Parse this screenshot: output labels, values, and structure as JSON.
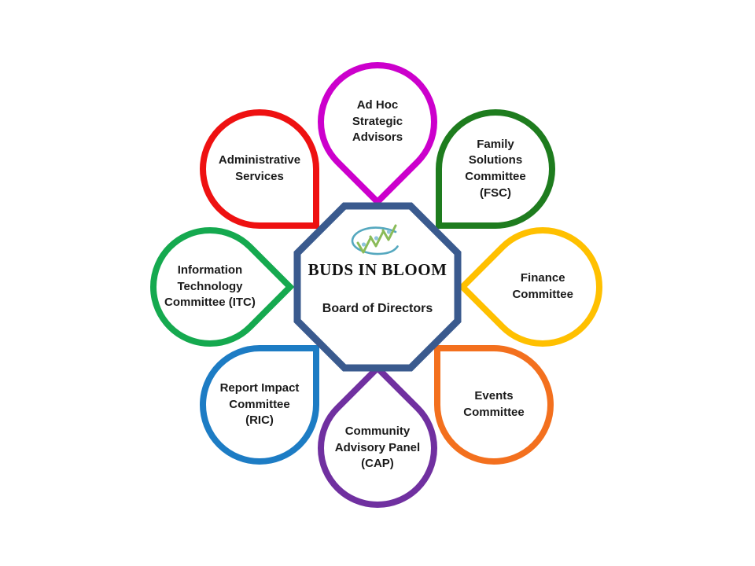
{
  "center": {
    "title": "BUDS IN BLOOM",
    "subtitle": "Board of Directors",
    "border_color": "#3A5A8E",
    "logo": {
      "name": "buds-in-bloom-logo",
      "swoosh_color": "#55A8BF",
      "sprout_color": "#8ABB58",
      "dot_color": "#8FC4DD"
    }
  },
  "petals": [
    {
      "id": "ad-hoc-strategic-advisors",
      "label": "Ad Hoc\nStrategic\nAdvisors",
      "color": "#CC00CC",
      "position": "top"
    },
    {
      "id": "family-solutions-committee",
      "label": "Family\nSolutions\nCommittee\n(FSC)",
      "color": "#1E7C1E",
      "position": "top-right"
    },
    {
      "id": "finance-committee",
      "label": "Finance\nCommittee",
      "color": "#FFC000",
      "position": "right"
    },
    {
      "id": "events-committee",
      "label": "Events\nCommittee",
      "color": "#F3701E",
      "position": "bottom-right"
    },
    {
      "id": "community-advisory-panel",
      "label": "Community\nAdvisory Panel\n(CAP)",
      "color": "#7030A0",
      "position": "bottom"
    },
    {
      "id": "report-impact-committee",
      "label": "Report Impact\nCommittee\n(RIC)",
      "color": "#1D7CC4",
      "position": "bottom-left"
    },
    {
      "id": "information-technology-committee",
      "label": "Information\nTechnology\nCommittee (ITC)",
      "color": "#15A94F",
      "position": "left"
    },
    {
      "id": "administrative-services",
      "label": "Administrative\nServices",
      "color": "#EE1111",
      "position": "top-left"
    }
  ]
}
